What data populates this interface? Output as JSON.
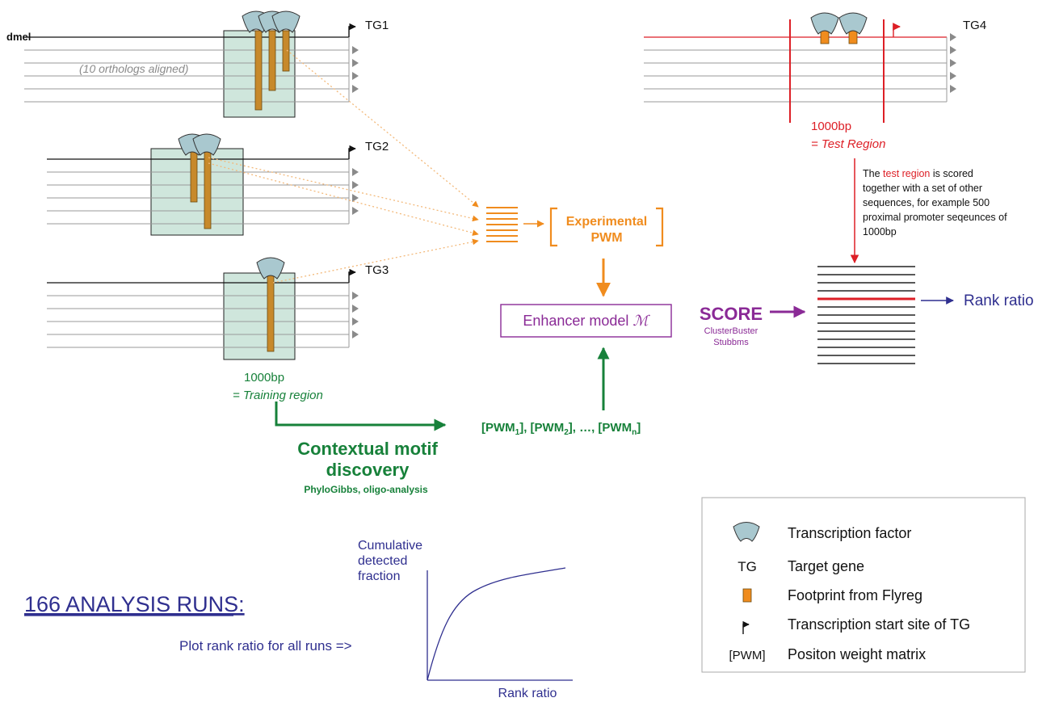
{
  "species_label": "dmel",
  "orthologs_note": "(10 orthologs aligned)",
  "genes": {
    "tg1": "TG1",
    "tg2": "TG2",
    "tg3": "TG3",
    "tg4": "TG4"
  },
  "training_region": {
    "length": "1000bp",
    "label": "= Training region"
  },
  "test_region": {
    "length": "1000bp",
    "label": "= Test Region"
  },
  "test_note": {
    "prefix": "The ",
    "highlight": "test region",
    "line1_rest": " is scored",
    "lines": [
      "together with a set of other",
      "sequences, for example 500",
      "proximal promoter seqeunces of",
      "1000bp"
    ]
  },
  "experimental_pwm": {
    "line1": "Experimental",
    "line2": "PWM"
  },
  "enhancer_model": {
    "label": "Enhancer model ",
    "symbol": "ℳ"
  },
  "score": {
    "title": "SCORE",
    "tool1": "ClusterBuster",
    "tool2": "Stubbms"
  },
  "rank_ratio_label": "Rank ratio",
  "pwm_list": {
    "open1": "[PWM",
    "sub1": "1",
    "mid": "], [PWM",
    "sub2": "2",
    "ellipsis": "], …, [PWM",
    "subn": "n",
    "close": "]"
  },
  "motif_discovery": {
    "line1": "Contextual motif",
    "line2": "discovery",
    "tools": "PhyloGibbs, oligo-analysis"
  },
  "analysis_runs": {
    "title": "166 ANALYSIS RUNS:",
    "subtitle": "Plot rank ratio for all runs =>"
  },
  "curve_plot": {
    "ylabel_lines": [
      "Cumulative",
      "detected",
      "fraction"
    ],
    "xlabel": "Rank ratio"
  },
  "legend": [
    {
      "symbol": "tf-shape",
      "label": "Transcription factor"
    },
    {
      "symbol": "TG",
      "label": "Target gene"
    },
    {
      "symbol": "footprint-box",
      "label": "Footprint from Flyreg"
    },
    {
      "symbol": "tss-arrow",
      "label": "Transcription start site of TG"
    },
    {
      "symbol": "[PWM]",
      "label": "Positon weight matrix"
    }
  ],
  "colors": {
    "green": "#17813a",
    "orange": "#f08c1e",
    "purple": "#8a2a96",
    "red": "#dd1f26",
    "navy": "#2f2f8f",
    "box_fill": "#cfe6dc",
    "footprint": "#c7892b",
    "tf_fill": "#a9c8cf"
  }
}
